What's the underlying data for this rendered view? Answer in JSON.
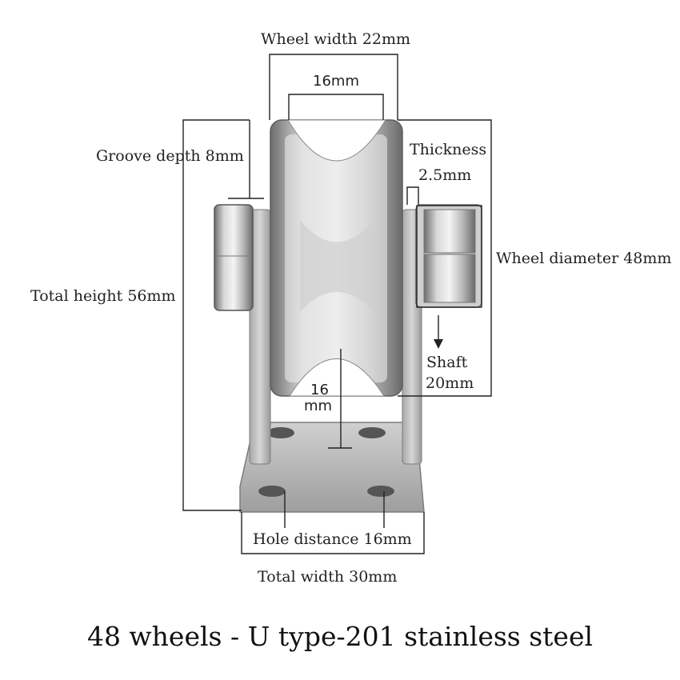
{
  "labels": {
    "wheel_width": "Wheel width 22mm",
    "groove_width": "16mm",
    "groove_depth": "Groove depth 8mm",
    "thickness_title": "Thickness",
    "thickness_value": "2.5mm",
    "wheel_diameter": "Wheel diameter 48mm",
    "total_height": "Total height 56mm",
    "shaft_title": "Shaft",
    "shaft_value": "20mm",
    "inner_height_value": "16",
    "inner_height_unit": "mm",
    "hole_distance": "Hole distance 16mm",
    "total_width": "Total width 30mm"
  },
  "caption": "48 wheels - U type-201 stainless steel"
}
